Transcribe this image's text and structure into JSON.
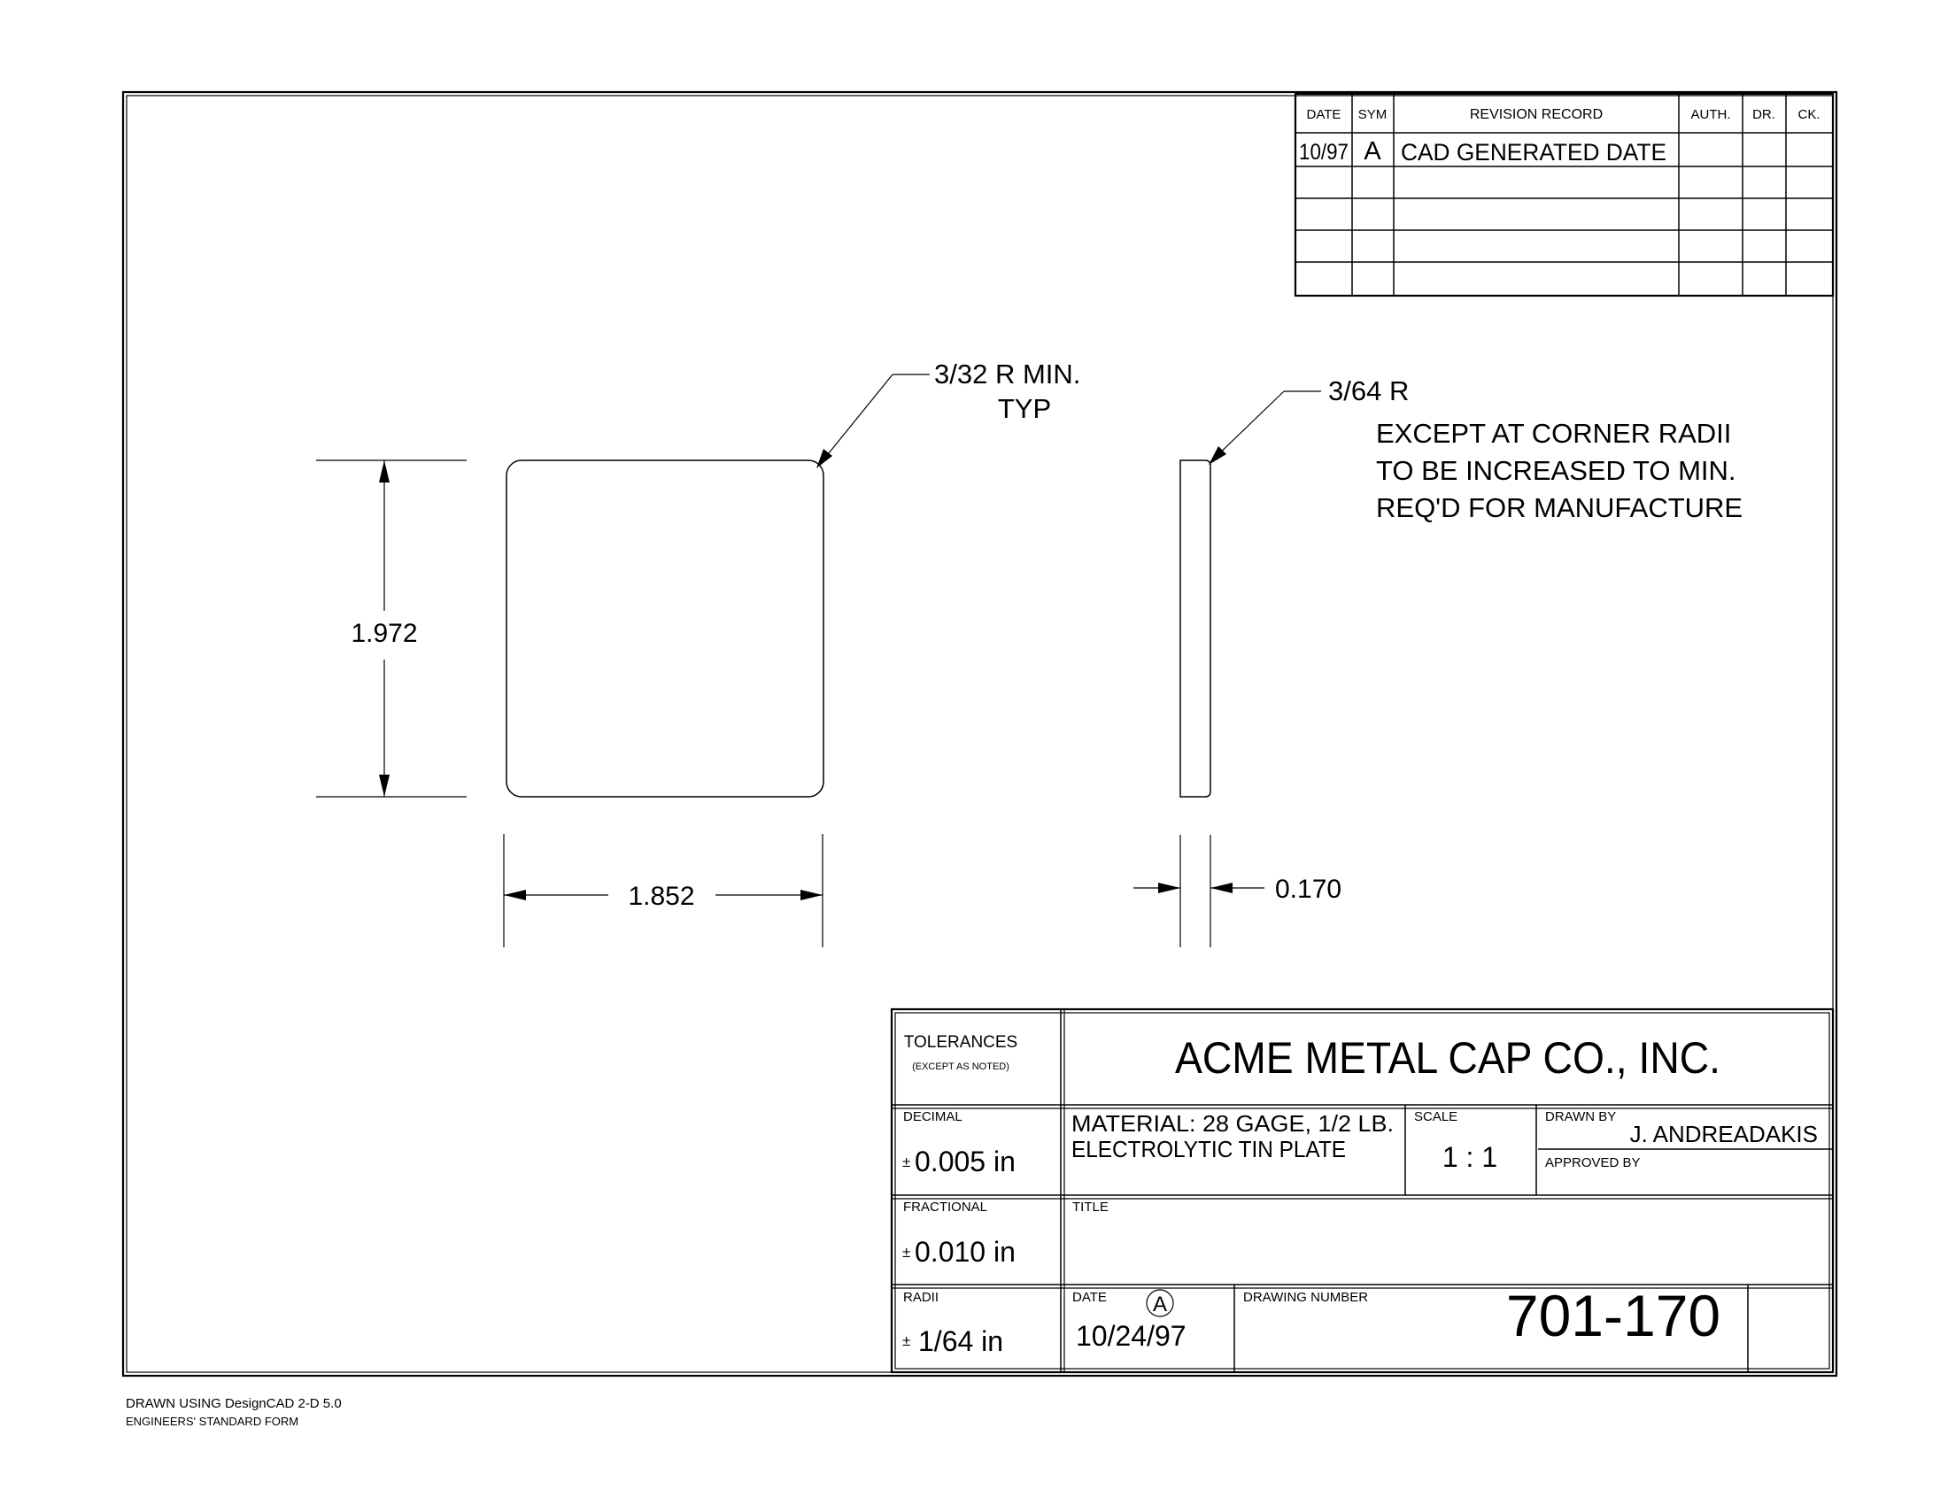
{
  "revision_record": {
    "headers": {
      "date": "DATE",
      "sym": "SYM",
      "record": "REVISION RECORD",
      "auth": "AUTH.",
      "dr": "DR.",
      "ck": "CK."
    },
    "rows": [
      {
        "date": "10/97",
        "sym": "A",
        "record": "CAD GENERATED DATE",
        "auth": "",
        "dr": "",
        "ck": ""
      }
    ]
  },
  "drawing": {
    "callout_corner_radius": "3/32 R MIN.",
    "callout_corner_typ": "TYP",
    "callout_edge_radius": "3/64 R",
    "note_line1": "EXCEPT AT CORNER RADII",
    "note_line2": "TO BE INCREASED TO MIN.",
    "note_line3": "REQ'D FOR MANUFACTURE",
    "dim_height": "1.972",
    "dim_width": "1.852",
    "dim_thickness": "0.170"
  },
  "title_block": {
    "tolerances_label": "TOLERANCES",
    "tolerances_sub": "(EXCEPT AS NOTED)",
    "company": "ACME METAL CAP CO., INC.",
    "decimal_label": "DECIMAL",
    "decimal_value": "0.005 in",
    "material_line1": "MATERIAL: 28 GAGE, 1/2 LB.",
    "material_line2": "ELECTROLYTIC TIN PLATE",
    "scale_label": "SCALE",
    "scale_value": "1 : 1",
    "drawn_by_label": "DRAWN BY",
    "drawn_by_value": "J. ANDREADAKIS",
    "approved_by_label": "APPROVED BY",
    "fractional_label": "FRACTIONAL",
    "fractional_value": "0.010 in",
    "title_label": "TITLE",
    "radii_label": "RADII",
    "radii_value": "1/64 in",
    "date_label": "DATE",
    "date_rev_symbol": "A",
    "date_value": "10/24/97",
    "drawing_number_label": "DRAWING NUMBER",
    "drawing_number": "701-170"
  },
  "footer": {
    "line1": "DRAWN USING DesignCAD 2-D 5.0",
    "line2": "ENGINEERS' STANDARD FORM"
  }
}
